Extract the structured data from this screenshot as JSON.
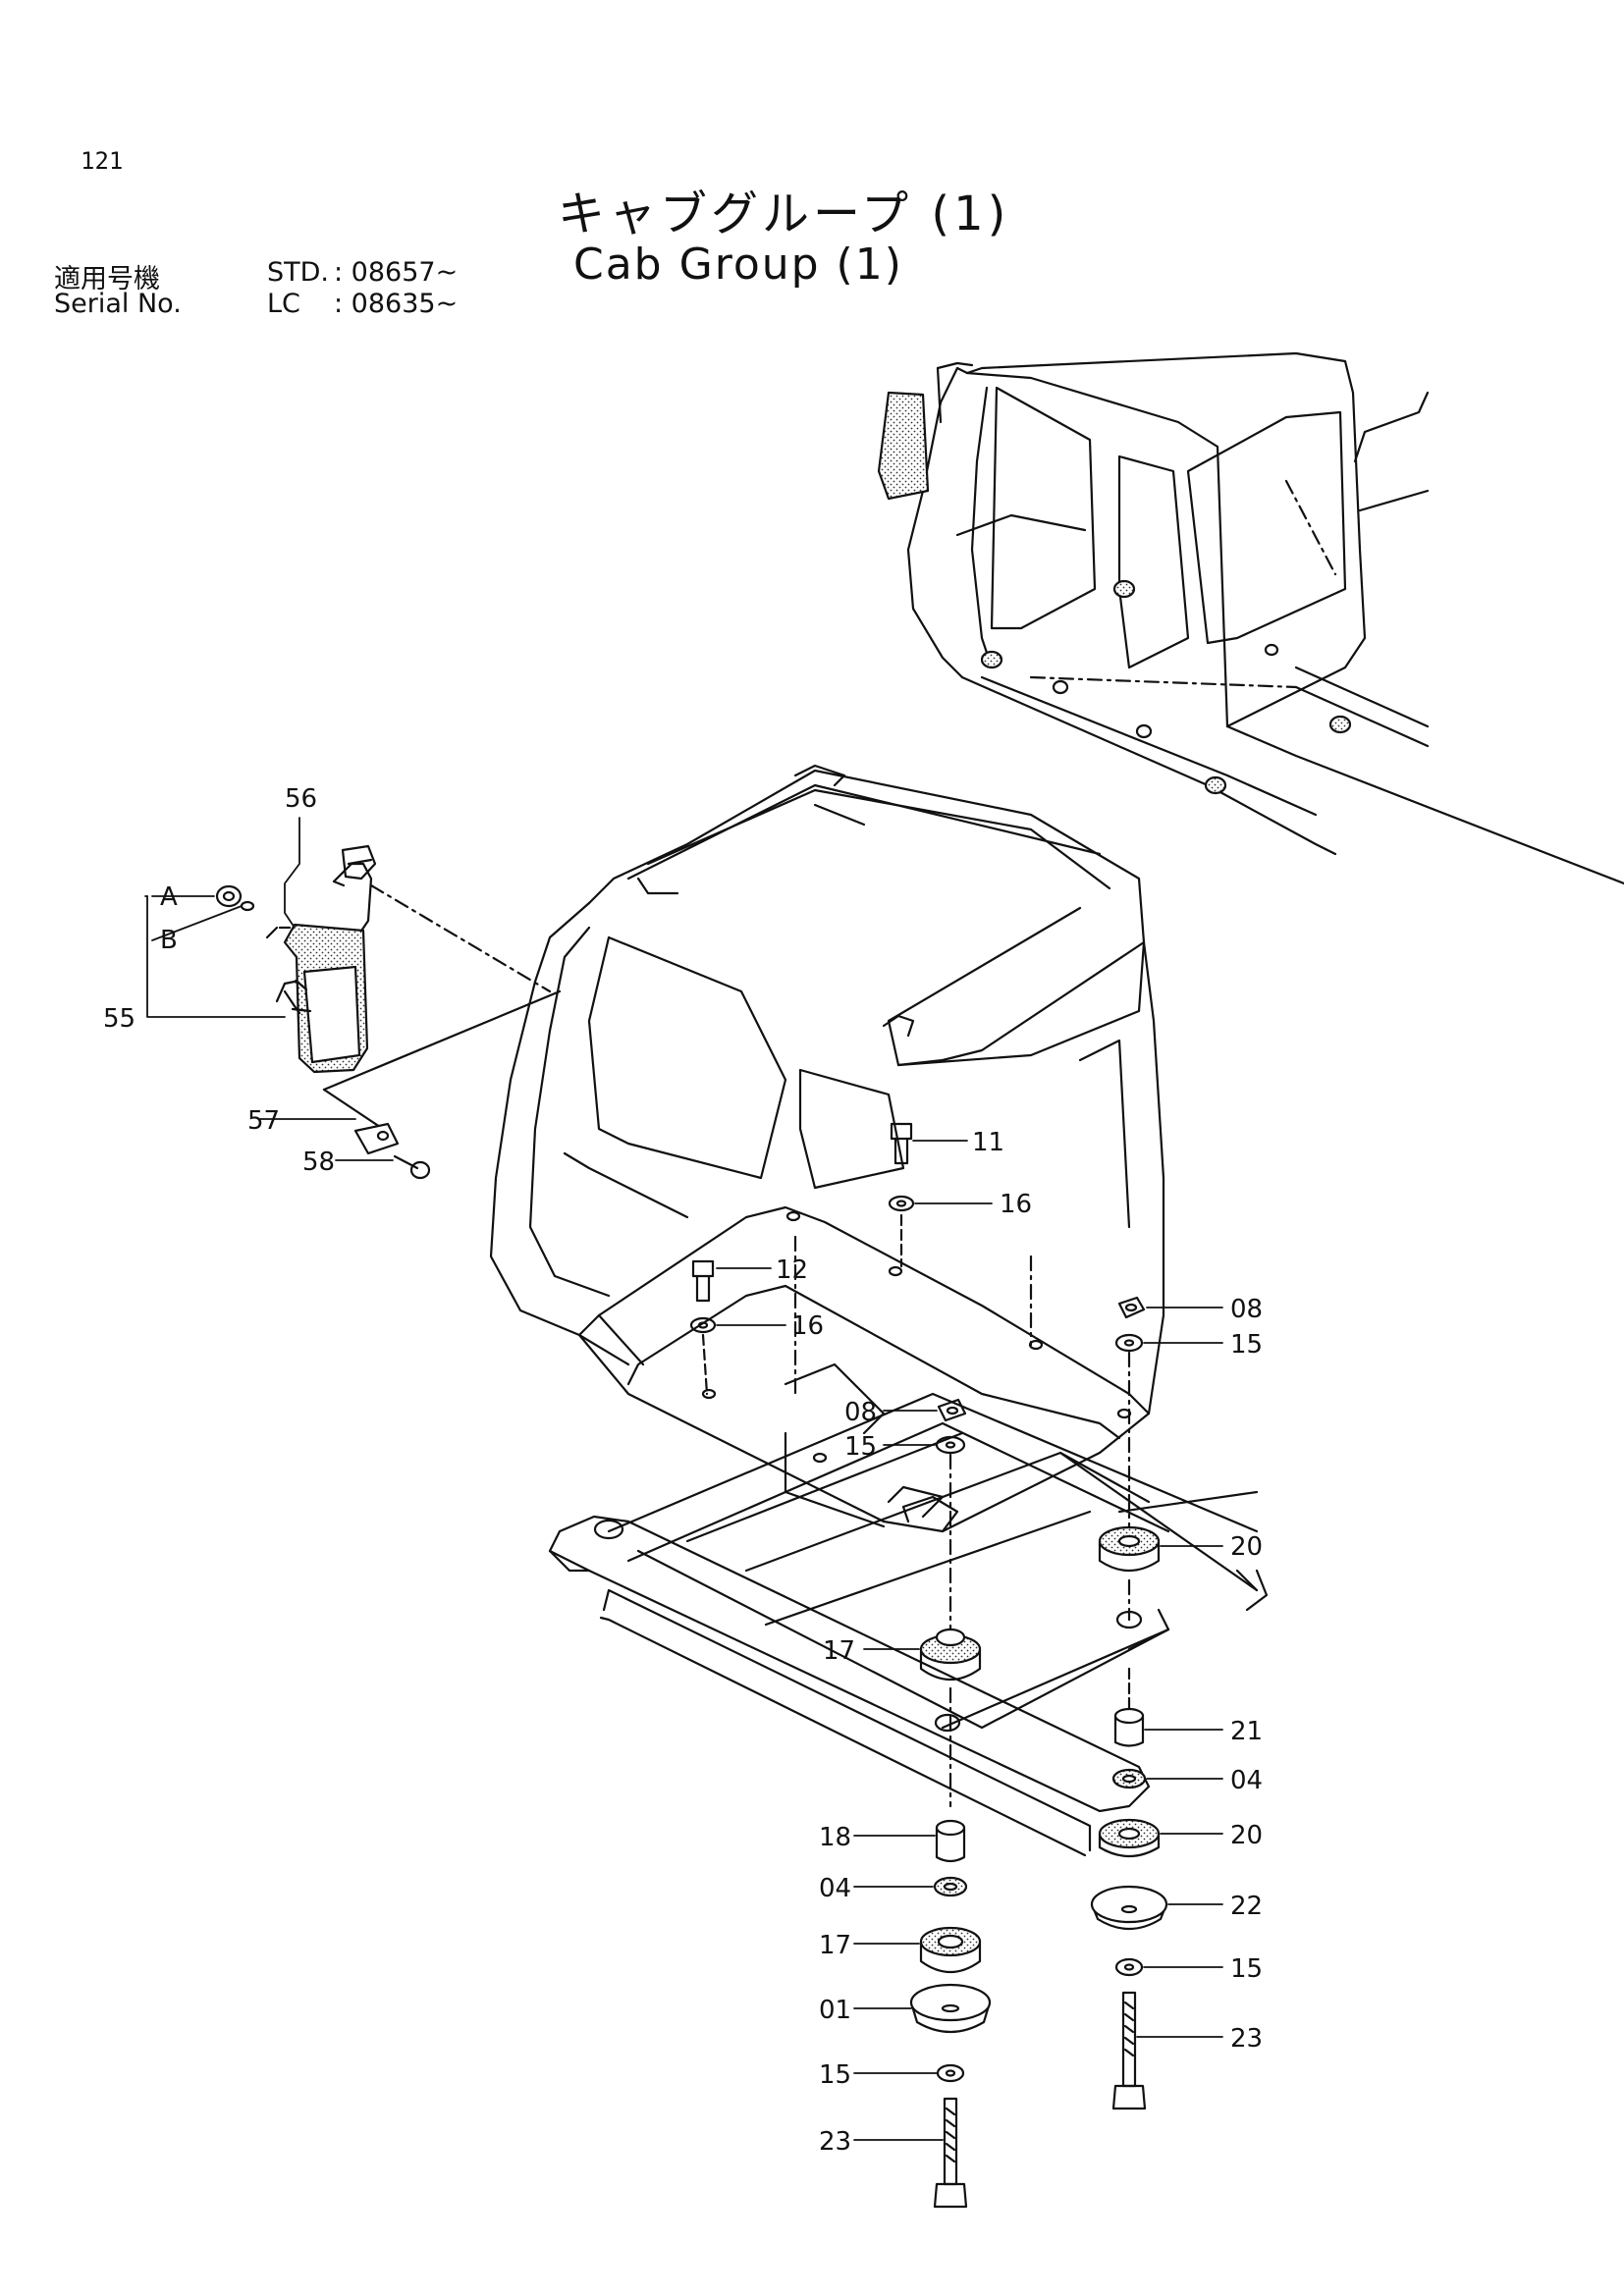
{
  "page_number": "121",
  "title_jp": "キャブグループ (1)",
  "title_en": "Cab Group (1)",
  "serial": {
    "label_jp": "適用号機",
    "label_en": "Serial No.",
    "std_model": "STD.",
    "std_value": ": 08657~",
    "lc_model": "LC",
    "lc_value": ": 08635~"
  },
  "callouts": {
    "c56": "56",
    "cA": "A",
    "cB": "B",
    "c55": "55",
    "c57": "57",
    "c58": "58",
    "c11": "11",
    "c16a": "16",
    "c12": "12",
    "c16b": "16",
    "c08a": "08",
    "c15a": "15",
    "c08b": "08",
    "c15b": "15",
    "c20a": "20",
    "c17a": "17",
    "c21": "21",
    "c04a": "04",
    "c20b": "20",
    "c18": "18",
    "c04b": "04",
    "c17b": "17",
    "c22": "22",
    "c15c": "15",
    "c01": "01",
    "c23a": "23",
    "c15d": "15",
    "c23b": "23"
  }
}
